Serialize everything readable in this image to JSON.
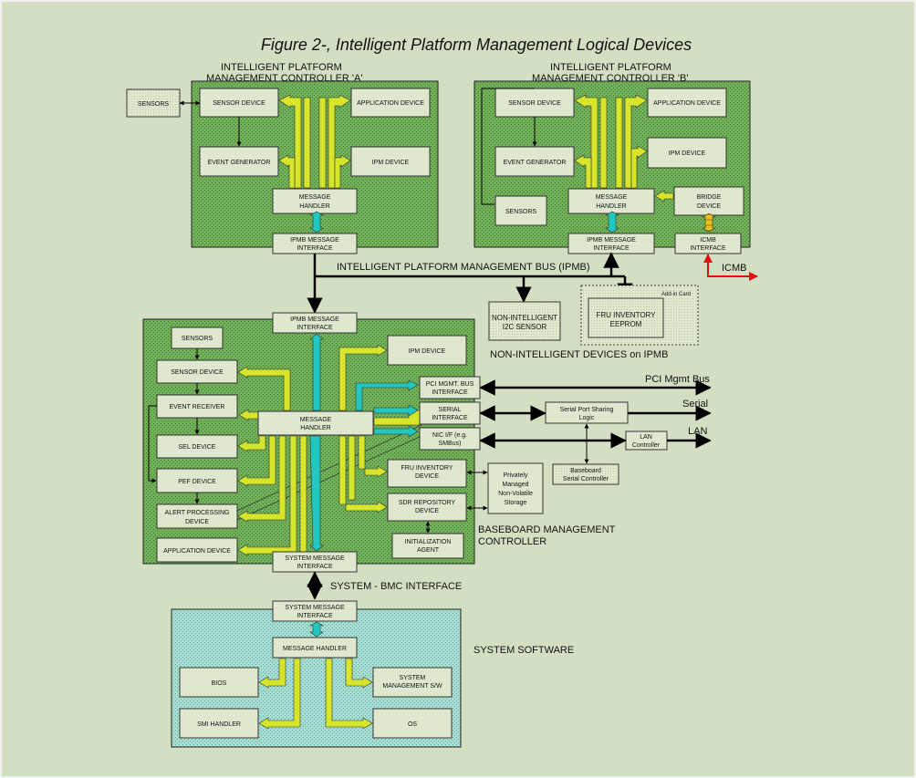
{
  "title": "Figure 2-, Intelligent Platform Management Logical Devices",
  "bmc_a": {
    "label_line1": "INTELLIGENT PLATFORM",
    "label_line2": "MANAGEMENT CONTROLLER 'A'",
    "sensors_ext": "SENSORS",
    "sensor_device": "SENSOR DEVICE",
    "application_device": "APPLICATION DEVICE",
    "event_generator": "EVENT GENERATOR",
    "ipm_device": "IPM DEVICE",
    "message_handler_1": "MESSAGE",
    "message_handler_2": "HANDLER",
    "ipmb_if_1": "IPMB MESSAGE",
    "ipmb_if_2": "INTERFACE"
  },
  "bmc_b": {
    "label_line1": "INTELLIGENT PLATFORM",
    "label_line2": "MANAGEMENT CONTROLLER 'B'",
    "sensor_device": "SENSOR DEVICE",
    "application_device": "APPLICATION DEVICE",
    "ipm_device": "IPM DEVICE",
    "event_generator": "EVENT GENERATOR",
    "sensors": "SENSORS",
    "message_handler_1": "MESSAGE",
    "message_handler_2": "HANDLER",
    "bridge_1": "BRIDGE",
    "bridge_2": "DEVICE",
    "ipmb_if_1": "IPMB MESSAGE",
    "ipmb_if_2": "INTERFACE",
    "icmb_if_1": "ICMB",
    "icmb_if_2": "INTERFACE",
    "icmb_label": "ICMB"
  },
  "ipmb": {
    "bus_label": "INTELLIGENT PLATFORM MANAGEMENT BUS (IPMB)",
    "non_intel_sensor_1": "NON-INTELLIGENT",
    "non_intel_sensor_2": "I2C SENSOR",
    "addin_card": "Add-in Card",
    "fru_eeprom_1": "FRU INVENTORY",
    "fru_eeprom_2": "EEPROM",
    "non_intel_devices": "NON-INTELLIGENT DEVICES on IPMB"
  },
  "bmc": {
    "ipmb_if_1": "IPMB MESSAGE",
    "ipmb_if_2": "INTERFACE",
    "sensors": "SENSORS",
    "ipm_device": "IPM DEVICE",
    "sensor_device": "SENSOR DEVICE",
    "event_receiver": "EVENT RECEIVER",
    "sel_device": "SEL DEVICE",
    "pef_device": "PEF DEVICE",
    "alert_1": "ALERT PROCESSING",
    "alert_2": "DEVICE",
    "application_device": "APPLICATION DEVICE",
    "message_handler_1": "MESSAGE",
    "message_handler_2": "HANDLER",
    "pci_if_1": "PCI MGMT. BUS",
    "pci_if_2": "INTERFACE",
    "serial_if_1": "SERIAL",
    "serial_if_2": "INTERFACE",
    "nic_if_1": "NIC I/F (e.g.",
    "nic_if_2": "SMBus)",
    "fru_1": "FRU INVENTORY",
    "fru_2": "DEVICE",
    "sdr_1": "SDR REPOSITORY",
    "sdr_2": "DEVICE",
    "init_1": "INITIALIZATION",
    "init_2": "AGENT",
    "sys_if_1": "SYSTEM MESSAGE",
    "sys_if_2": "INTERFACE",
    "storage_1": "Privately",
    "storage_2": "Managed",
    "storage_3": "Non-Volatile",
    "storage_4": "Storage",
    "label_1": "BASEBOARD MANAGEMENT",
    "label_2": "CONTROLLER",
    "pci_bus": "PCI Mgmt Bus",
    "serial_sharing_1": "Serial Port Sharing",
    "serial_sharing_2": "Logic",
    "serial": "Serial",
    "lan_ctrl_1": "LAN",
    "lan_ctrl_2": "Controller",
    "lan": "LAN",
    "bb_serial_1": "Baseboard",
    "bb_serial_2": "Serial Controller"
  },
  "system": {
    "bmc_interface": "SYSTEM - BMC INTERFACE",
    "sys_if_1": "SYSTEM MESSAGE",
    "sys_if_2": "INTERFACE",
    "message_handler": "MESSAGE HANDLER",
    "bios": "BIOS",
    "sys_mgmt_1": "SYSTEM",
    "sys_mgmt_2": "MANAGEMENT S/W",
    "smi_handler": "SMI HANDLER",
    "os": "OS",
    "label": "SYSTEM SOFTWARE"
  },
  "colors": {
    "background": "#d3dfc3",
    "controller_fill": "#72b05a",
    "box_fill": "#dfe8cf",
    "yellow_path": "#d7e62a",
    "cyan_path": "#22c8c0",
    "system_fill": "#a8ddd1",
    "icmb_arrow": "#e01010"
  }
}
